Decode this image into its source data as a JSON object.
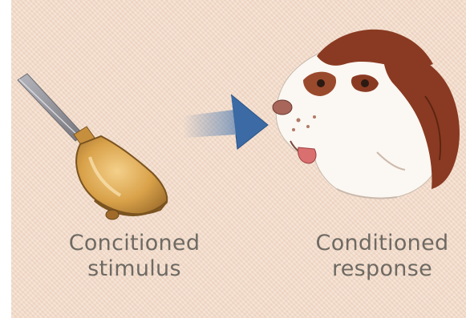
{
  "stimulus_caption": {
    "line1": "Concitioned",
    "line2": "stimulus"
  },
  "response_caption": {
    "line1": "Conditioned",
    "line2": "response"
  },
  "illustrations": {
    "left": "bell-icon",
    "middle": "arrow-right-icon",
    "right": "dog-head-icon"
  },
  "colors": {
    "background": "#f3dccb",
    "caption_text": "#6e6a63",
    "arrow": "#3f6fa8",
    "bell": "#d9a24a",
    "dog_brown": "#8a3a22"
  }
}
